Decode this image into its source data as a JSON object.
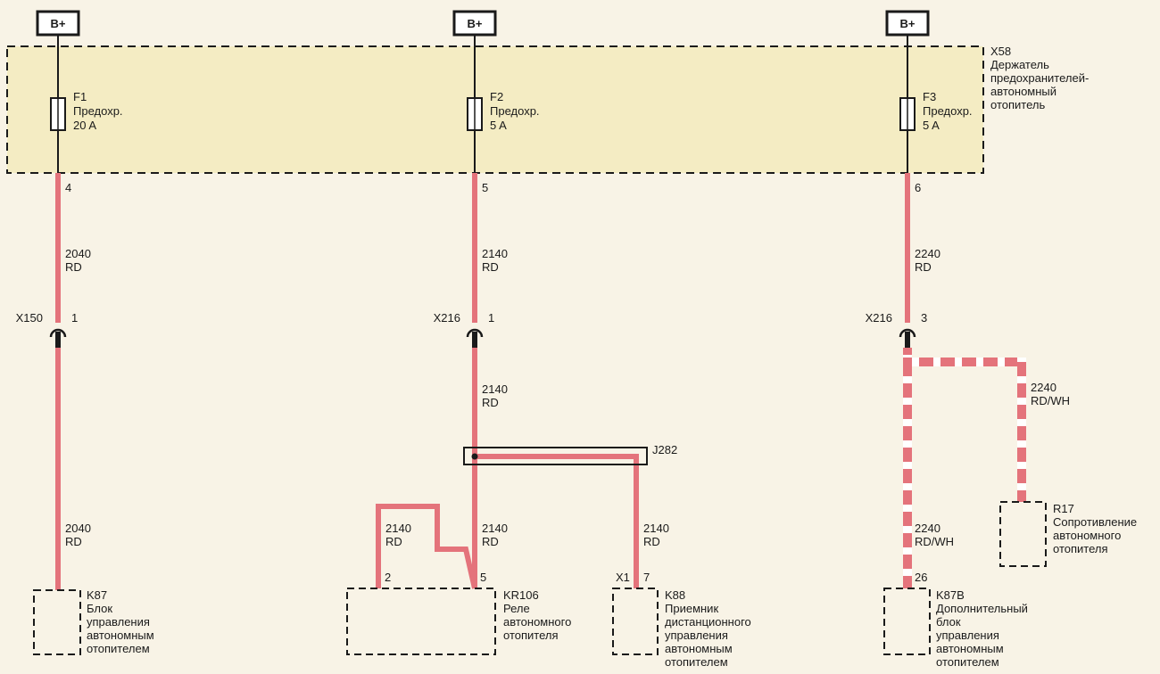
{
  "colors": {
    "background": "#f8f3e6",
    "fuse_block_fill": "#f4ecc3",
    "wire_red": "#e4737b",
    "wire_white": "#ffffff",
    "line": "#1a1a1a"
  },
  "supplies": [
    {
      "label": "B+"
    },
    {
      "label": "B+"
    },
    {
      "label": "B+"
    }
  ],
  "fuse_block": {
    "id": "X58",
    "desc": [
      "Держатель",
      "предохранителей-",
      "автономный",
      "отопитель"
    ]
  },
  "fuses": [
    {
      "id": "F1",
      "name": "Предохр.",
      "rating": "20 A",
      "pin": "4"
    },
    {
      "id": "F2",
      "name": "Предохр.",
      "rating": "5 A",
      "pin": "5"
    },
    {
      "id": "F3",
      "name": "Предохр.",
      "rating": "5 A",
      "pin": "6"
    }
  ],
  "wires": [
    {
      "num": "2040",
      "color": "RD"
    },
    {
      "num": "2140",
      "color": "RD"
    },
    {
      "num": "2240",
      "color": "RD"
    },
    {
      "num": "2140",
      "color": "RD"
    },
    {
      "num": "2240",
      "color": "RD/WH"
    },
    {
      "num": "2040",
      "color": "RD"
    },
    {
      "num": "2140",
      "color": "RD"
    },
    {
      "num": "2140",
      "color": "RD"
    },
    {
      "num": "2140",
      "color": "RD"
    },
    {
      "num": "2240",
      "color": "RD/WH"
    }
  ],
  "connectors": [
    {
      "id": "X150",
      "pin": "1"
    },
    {
      "id": "X216",
      "pin": "1"
    },
    {
      "id": "X216",
      "pin": "3"
    }
  ],
  "splice": {
    "id": "J282"
  },
  "components": [
    {
      "id": "K87",
      "desc": [
        "Блок",
        "управления",
        "автономным",
        "отопителем"
      ]
    },
    {
      "id": "KR106",
      "desc": [
        "Реле",
        "автономного",
        "отопителя"
      ],
      "pins": [
        "2",
        "5"
      ]
    },
    {
      "id": "K88",
      "desc": [
        "Приемник",
        "дистанционного",
        "управления",
        "автономным",
        "отопителем"
      ],
      "pins": [
        "X1",
        "7"
      ]
    },
    {
      "id": "R17",
      "desc": [
        "Сопротивление",
        "автономного",
        "отопителя"
      ]
    },
    {
      "id": "K87B",
      "desc": [
        "Дополнительный",
        "блок",
        "управления",
        "автономным",
        "отопителем"
      ],
      "pins": [
        "26"
      ]
    }
  ]
}
